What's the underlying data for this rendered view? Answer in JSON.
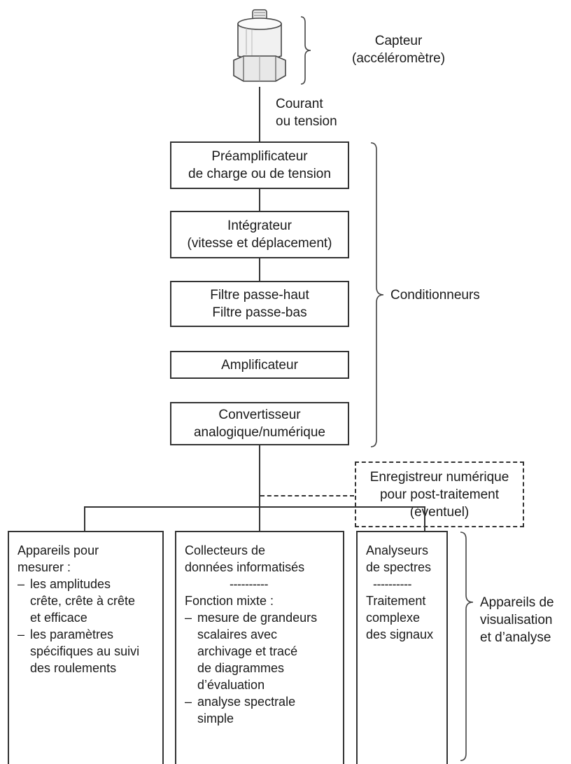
{
  "sensor": {
    "label_line1": "Capteur",
    "label_line2": "(accéléromètre)"
  },
  "signal": {
    "line1": "Courant",
    "line2": "ou tension"
  },
  "conditioners": {
    "label": "Conditionneurs",
    "boxes": [
      {
        "line1": "Préamplificateur",
        "line2": "de charge ou de tension"
      },
      {
        "line1": "Intégrateur",
        "line2": "(vitesse et déplacement)"
      },
      {
        "line1": "Filtre passe-haut",
        "line2": "Filtre passe-bas"
      },
      {
        "line1": "Amplificateur",
        "line2": ""
      },
      {
        "line1": "Convertisseur",
        "line2": "analogique/numérique"
      }
    ]
  },
  "recorder": {
    "line1": "Enregistreur numérique",
    "line2": "pour post-traitement",
    "line3": "(éventuel)"
  },
  "devices": {
    "label_line1": "Appareils de",
    "label_line2": "visualisation",
    "label_line3": "et d’analyse",
    "col1": {
      "title1": "Appareils pour",
      "title2": "mesurer :",
      "item1": [
        "les amplitudes",
        "crête, crête à crête",
        "et efficace"
      ],
      "item2": [
        "les paramètres",
        "spécifiques au suivi",
        "des roulements"
      ]
    },
    "col2": {
      "title1": "Collecteurs de",
      "title2": "données informatisés",
      "separator": "----------",
      "subtitle": "Fonction mixte :",
      "item1": [
        "mesure de grandeurs",
        "scalaires avec",
        "archivage et tracé",
        "de diagrammes",
        "d’évaluation"
      ],
      "item2": [
        "analyse spectrale",
        "simple"
      ]
    },
    "col3": {
      "title1": "Analyseurs",
      "title2": "de spectres",
      "separator": "----------",
      "text1": "Traitement",
      "text2": "complexe",
      "text3": "des signaux"
    }
  }
}
